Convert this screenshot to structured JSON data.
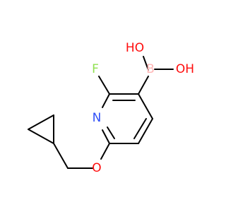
{
  "molecule": {
    "colors": {
      "bond": "#000000",
      "F": "#90e050",
      "N": "#3050f8",
      "O": "#ff0d0d",
      "B": "#ffb5b5"
    },
    "labels": {
      "ho": "HO",
      "b": "B",
      "oh": "OH",
      "f": "F",
      "n": "N",
      "o": "O"
    }
  }
}
